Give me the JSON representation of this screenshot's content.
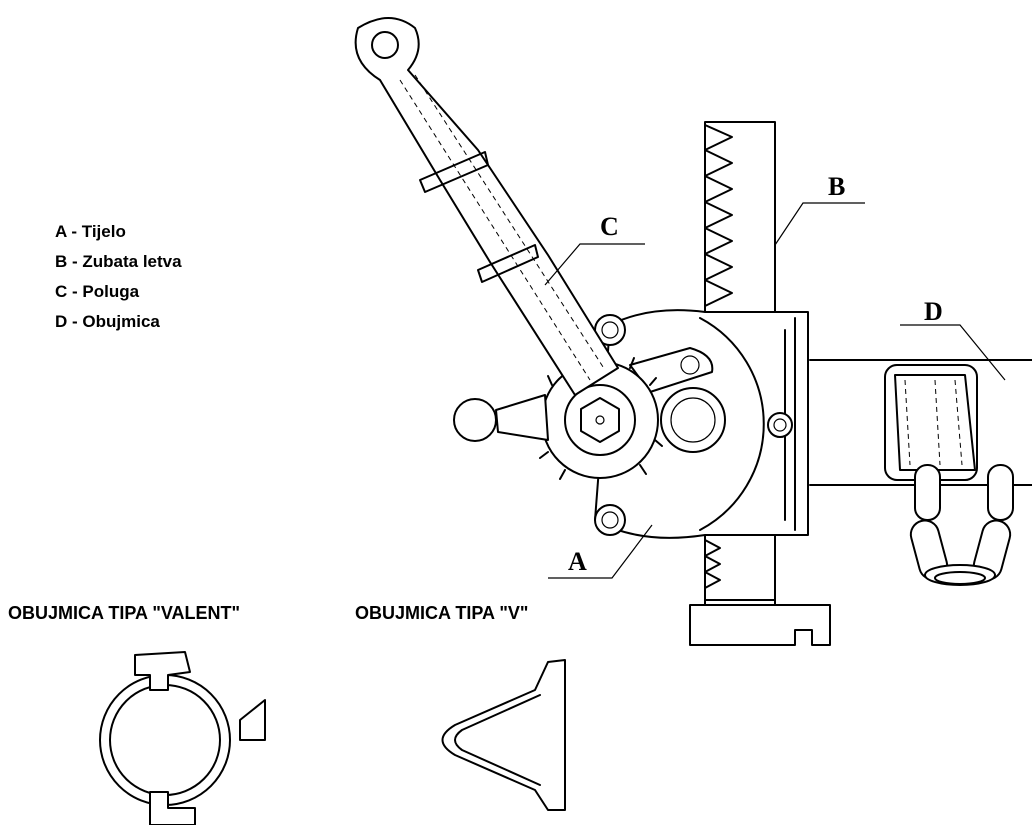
{
  "legend": {
    "items": [
      "A - Tijelo",
      "B - Zubata letva",
      "C - Poluga",
      "D - Obujmica"
    ]
  },
  "callouts": {
    "a": "A",
    "b": "B",
    "c": "C",
    "d": "D"
  },
  "captions": {
    "valent": "OBUJMICA TIPA \"VALENT\"",
    "v": "OBUJMICA TIPA \"V\""
  }
}
